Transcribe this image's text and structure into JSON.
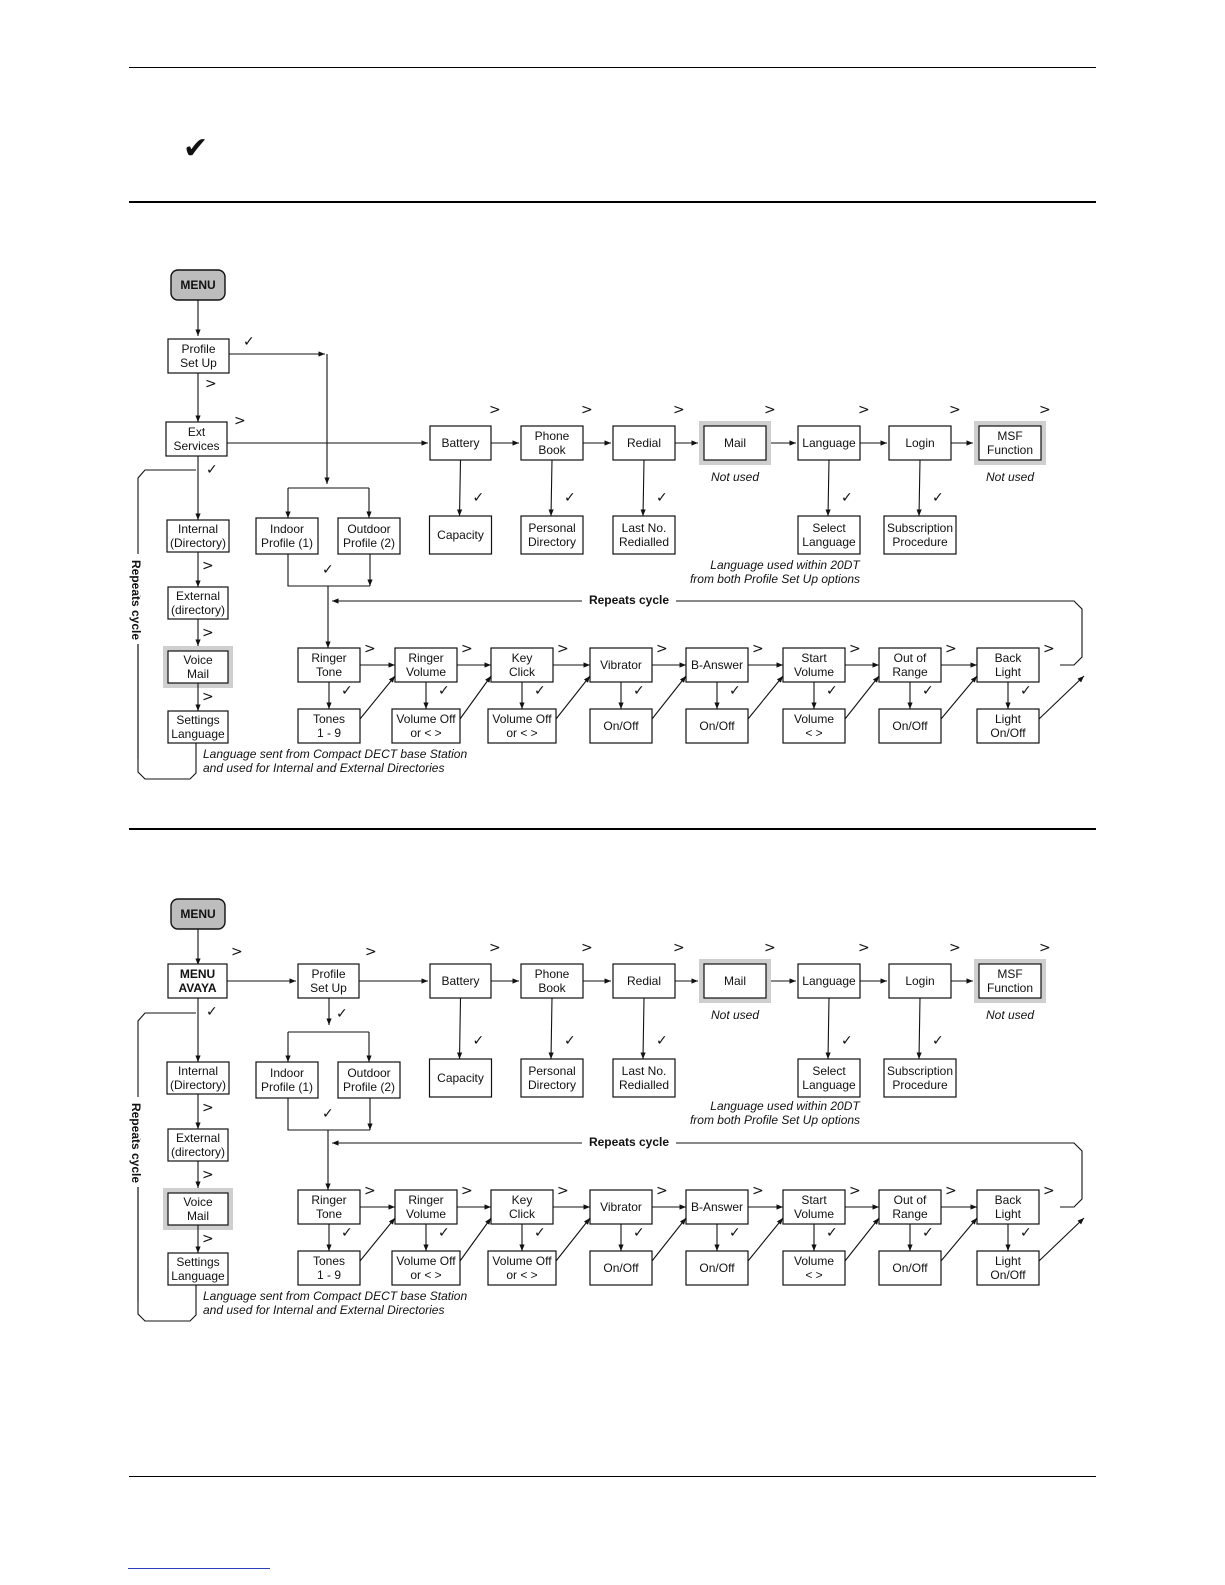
{
  "header_check_icon": "check-icon",
  "diagram1": {
    "menu_button": "MENU",
    "root": [
      "Profile",
      "Set Up"
    ],
    "ext_services": [
      "Ext",
      "Services"
    ],
    "left_items": [
      [
        "Internal",
        "(Directory)"
      ],
      [
        "External",
        "(directory)"
      ],
      [
        "Voice",
        "Mail"
      ],
      [
        "Settings",
        "Language"
      ]
    ],
    "left_note": [
      "Language sent from Compact DECT base Station",
      "and used for Internal and External Directories"
    ],
    "repeats_vertical": "Repeats cycle",
    "profiles": [
      [
        "Indoor",
        "Profile (1)"
      ],
      [
        "Outdoor",
        "Profile (2)"
      ]
    ],
    "top_row": [
      {
        "label": [
          "Battery"
        ],
        "sub": [
          "Capacity"
        ],
        "highlight": false,
        "note": ""
      },
      {
        "label": [
          "Phone",
          "Book"
        ],
        "sub": [
          "Personal",
          "Directory"
        ],
        "highlight": false,
        "note": ""
      },
      {
        "label": [
          "Redial"
        ],
        "sub": [
          "Last No.",
          "Redialled"
        ],
        "highlight": false,
        "note": ""
      },
      {
        "label": [
          "Mail"
        ],
        "sub": [],
        "highlight": true,
        "note": "Not used"
      },
      {
        "label": [
          "Language"
        ],
        "sub": [
          "Select",
          "Language"
        ],
        "highlight": false,
        "note": ""
      },
      {
        "label": [
          "Login"
        ],
        "sub": [
          "Subscription",
          "Procedure"
        ],
        "highlight": false,
        "note": ""
      },
      {
        "label": [
          "MSF",
          "Function"
        ],
        "sub": [],
        "highlight": true,
        "note": "Not used"
      }
    ],
    "language_note": [
      "Language used within 20DT",
      "from both Profile Set Up options"
    ],
    "repeats_cycle": "Repeats cycle",
    "cycle_items": [
      {
        "label": [
          "Ringer",
          "Tone"
        ],
        "sub": [
          "Tones",
          "1 - 9"
        ]
      },
      {
        "label": [
          "Ringer",
          "Volume"
        ],
        "sub": [
          "Volume Off",
          "or <   >"
        ]
      },
      {
        "label": [
          "Key",
          "Click"
        ],
        "sub": [
          "Volume Off",
          "or <   >"
        ]
      },
      {
        "label": [
          "Vibrator"
        ],
        "sub": [
          "On/Off"
        ]
      },
      {
        "label": [
          "B-Answer"
        ],
        "sub": [
          "On/Off"
        ]
      },
      {
        "label": [
          "Start",
          "Volume"
        ],
        "sub": [
          "Volume",
          "<   >"
        ]
      },
      {
        "label": [
          "Out of",
          "Range"
        ],
        "sub": [
          "On/Off"
        ]
      },
      {
        "label": [
          "Back",
          "Light"
        ],
        "sub": [
          "Light",
          "On/Off"
        ]
      }
    ],
    "marks": {
      "check": "✓",
      "next": ">"
    }
  },
  "diagram2": {
    "menu_button": "MENU",
    "root": [
      "MENU",
      "AVAYA"
    ],
    "profile_setup": [
      "Profile",
      "Set Up"
    ],
    "left_items": [
      [
        "Internal",
        "(Directory)"
      ],
      [
        "External",
        "(directory)"
      ],
      [
        "Voice",
        "Mail"
      ],
      [
        "Settings",
        "Language"
      ]
    ],
    "left_note": [
      "Language sent from Compact DECT base Station",
      "and used for Internal and External Directories"
    ],
    "repeats_vertical": "Repeats cycle",
    "profiles": [
      [
        "Indoor",
        "Profile (1)"
      ],
      [
        "Outdoor",
        "Profile (2)"
      ]
    ],
    "top_row": [
      {
        "label": [
          "Battery"
        ],
        "sub": [
          "Capacity"
        ],
        "highlight": false,
        "note": ""
      },
      {
        "label": [
          "Phone",
          "Book"
        ],
        "sub": [
          "Personal",
          "Directory"
        ],
        "highlight": false,
        "note": ""
      },
      {
        "label": [
          "Redial"
        ],
        "sub": [
          "Last No.",
          "Redialled"
        ],
        "highlight": false,
        "note": ""
      },
      {
        "label": [
          "Mail"
        ],
        "sub": [],
        "highlight": true,
        "note": "Not used"
      },
      {
        "label": [
          "Language"
        ],
        "sub": [
          "Select",
          "Language"
        ],
        "highlight": false,
        "note": ""
      },
      {
        "label": [
          "Login"
        ],
        "sub": [
          "Subscription",
          "Procedure"
        ],
        "highlight": false,
        "note": ""
      },
      {
        "label": [
          "MSF",
          "Function"
        ],
        "sub": [],
        "highlight": true,
        "note": "Not used"
      }
    ],
    "language_note": [
      "Language used within 20DT",
      "from both Profile Set Up options"
    ],
    "repeats_cycle": "Repeats cycle",
    "cycle_items": [
      {
        "label": [
          "Ringer",
          "Tone"
        ],
        "sub": [
          "Tones",
          "1 - 9"
        ]
      },
      {
        "label": [
          "Ringer",
          "Volume"
        ],
        "sub": [
          "Volume Off",
          "or <   >"
        ]
      },
      {
        "label": [
          "Key",
          "Click"
        ],
        "sub": [
          "Volume Off",
          "or <   >"
        ]
      },
      {
        "label": [
          "Vibrator"
        ],
        "sub": [
          "On/Off"
        ]
      },
      {
        "label": [
          "B-Answer"
        ],
        "sub": [
          "On/Off"
        ]
      },
      {
        "label": [
          "Start",
          "Volume"
        ],
        "sub": [
          "Volume",
          "<   >"
        ]
      },
      {
        "label": [
          "Out of",
          "Range"
        ],
        "sub": [
          "On/Off"
        ]
      },
      {
        "label": [
          "Back",
          "Light"
        ],
        "sub": [
          "Light",
          "On/Off"
        ]
      }
    ],
    "marks": {
      "check": "✓",
      "next": ">"
    }
  }
}
